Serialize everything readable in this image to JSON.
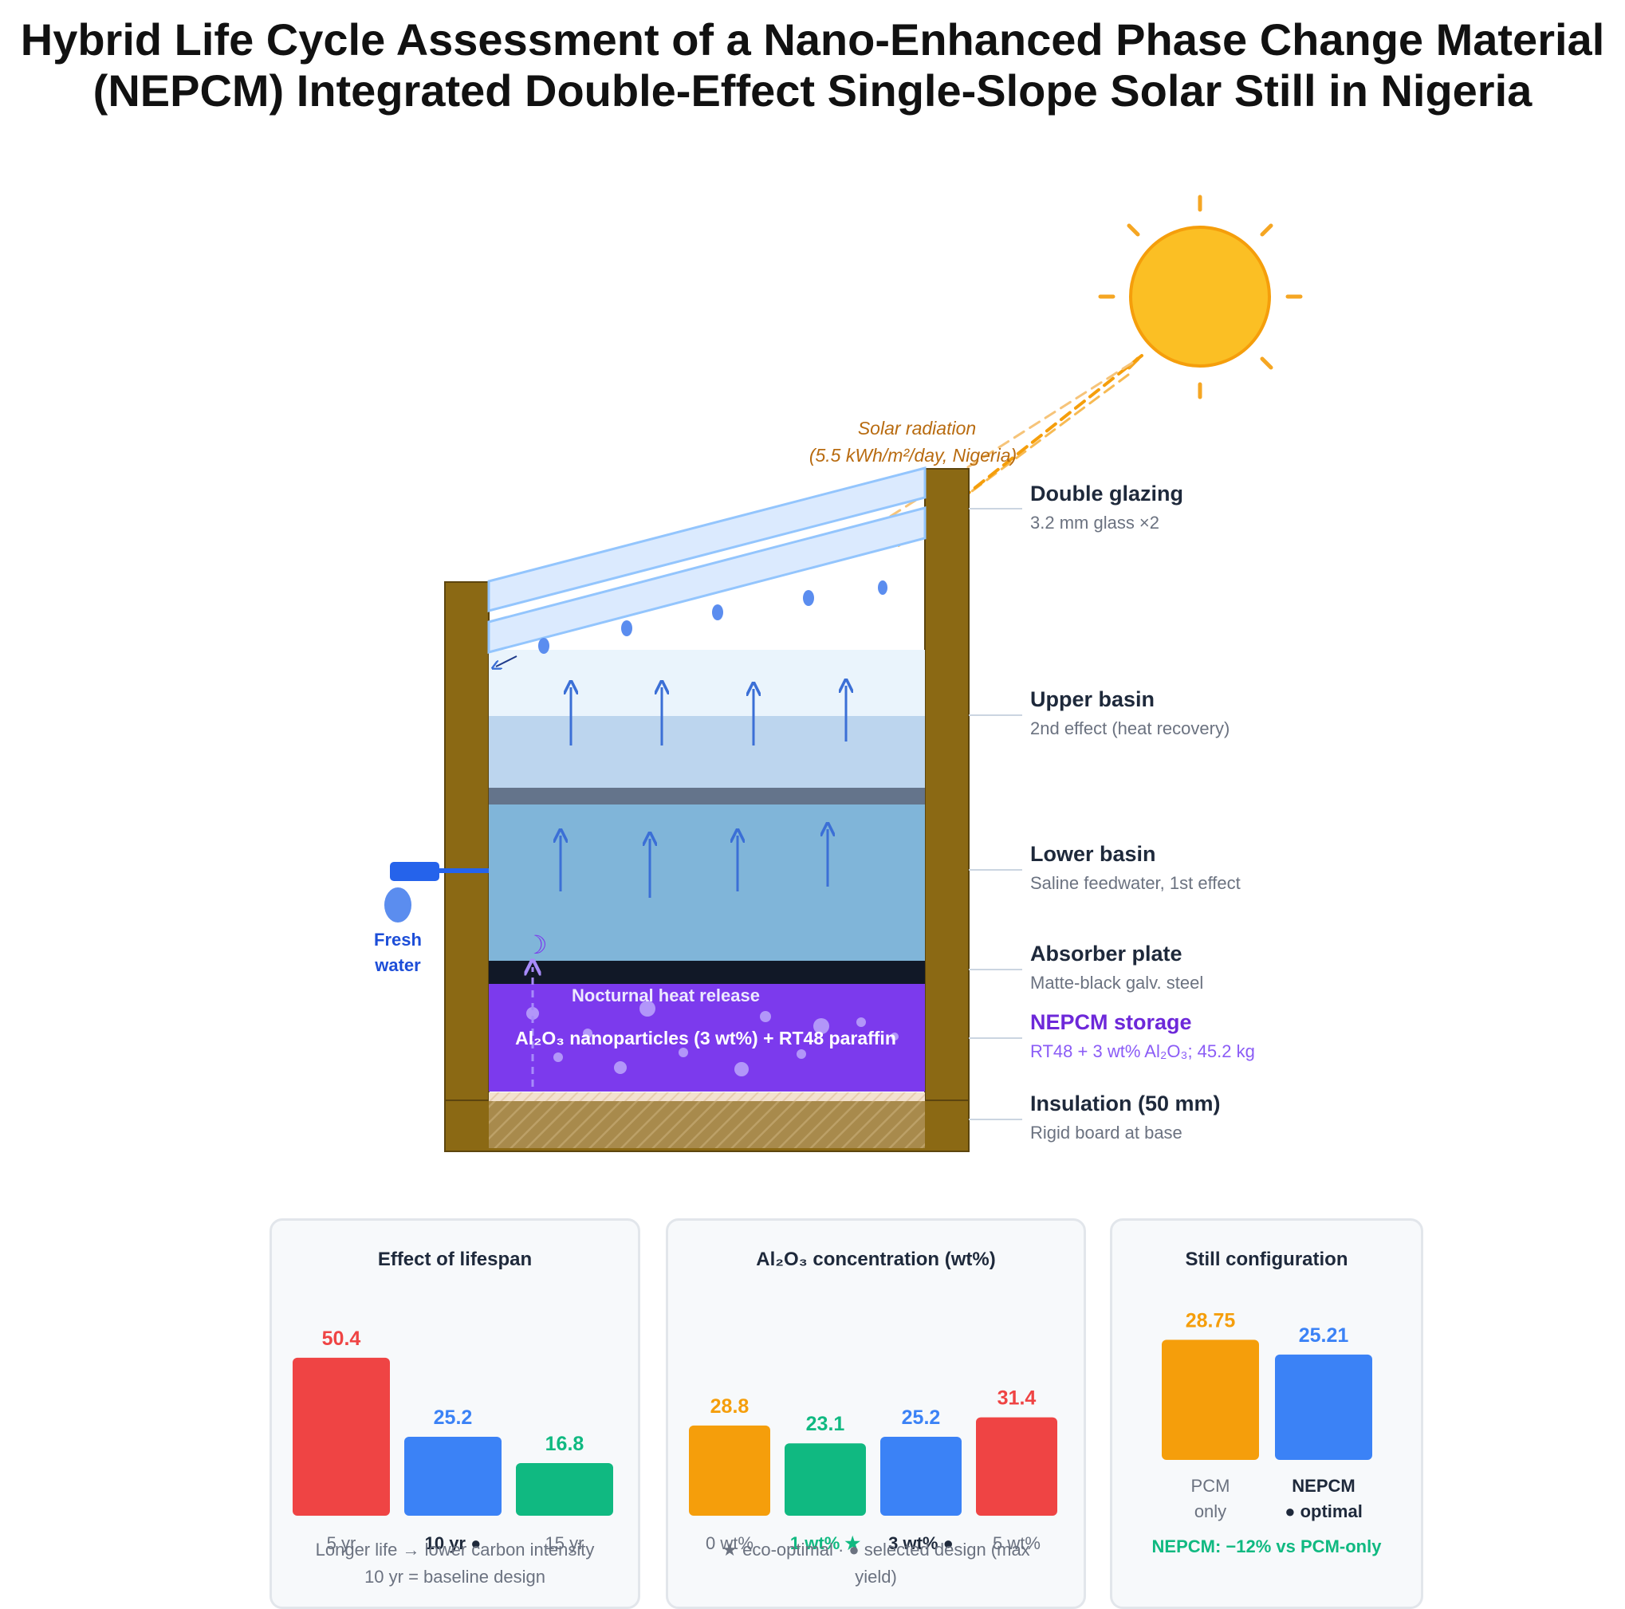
{
  "title": {
    "line1": "Hybrid Life Cycle Assessment of a Nano-Enhanced Phase Change Material",
    "line2": "(NEPCM) Integrated Double-Effect Single-Slope Solar Still in Nigeria"
  },
  "colors": {
    "sun": "#fbbf24",
    "sun_stroke": "#f59e0b",
    "frame": "#8b6914",
    "glass": "#dbeafe",
    "glass_stroke": "#93c5fd",
    "upper_water": "#bcd5ee",
    "lower_water": "#80b5d9",
    "separator": "#64748b",
    "absorber": "#111827",
    "nepcm": "#7c3aed",
    "arrow": "#3b6fd6",
    "fresh_water": "#2563eb",
    "red": "#ef4444",
    "blue": "#3b82f6",
    "green": "#10b981",
    "orange": "#f59e0b"
  },
  "diagram": {
    "solar_radiation": [
      "Solar radiation",
      "(5.5 kWh/m²/day, Nigeria)"
    ],
    "nocturnal_label": "Nocturnal heat release",
    "nepcm_inner_label": "Al₂O₃ nanoparticles (3 wt%) + RT48 paraffin",
    "moon_icon": "☽",
    "fresh_water": [
      "Fresh",
      "water"
    ],
    "labels": [
      {
        "title": "Double glazing",
        "sub": "3.2 mm glass ×2"
      },
      {
        "title": "Upper basin",
        "sub": "2nd effect (heat recovery)"
      },
      {
        "title": "Lower basin",
        "sub": "Saline feedwater, 1st effect"
      },
      {
        "title": "Absorber plate",
        "sub": "Matte-black galv. steel"
      },
      {
        "title": "NEPCM storage",
        "sub": "RT48 + 3 wt% Al₂O₃; 45.2 kg"
      },
      {
        "title": "Insulation (50 mm)",
        "sub": "Rigid board at base"
      }
    ]
  },
  "chart_data": [
    {
      "type": "bar",
      "title": "Effect of lifespan",
      "categories": [
        "5 yr",
        "10 yr ●",
        "15 yr"
      ],
      "values": [
        50.4,
        25.2,
        16.8
      ],
      "value_labels": [
        "50.4",
        "25.2",
        "16.8"
      ],
      "colors": [
        "#ef4444",
        "#3b82f6",
        "#10b981"
      ],
      "bold_categories": [
        false,
        true,
        false
      ],
      "notes": [
        "Longer life → lower carbon intensity",
        "10 yr = baseline design"
      ]
    },
    {
      "type": "bar",
      "title": "Al₂O₃ concentration (wt%)",
      "categories": [
        "0 wt%",
        "1 wt% ★",
        "3 wt% ●",
        "5 wt%"
      ],
      "values": [
        28.8,
        23.1,
        25.2,
        31.4
      ],
      "value_labels": [
        "28.8",
        "23.1",
        "25.2",
        "31.4"
      ],
      "colors": [
        "#f59e0b",
        "#10b981",
        "#3b82f6",
        "#ef4444"
      ],
      "bold_categories": [
        false,
        true,
        true,
        false
      ],
      "notes": [
        "★ eco-optimal  ·  ● selected design (max",
        "yield)"
      ]
    },
    {
      "type": "bar",
      "title": "Still configuration",
      "categories": [
        [
          "PCM",
          "only"
        ],
        [
          "NEPCM",
          "● optimal"
        ]
      ],
      "values": [
        28.75,
        25.21
      ],
      "value_labels": [
        "28.75",
        "25.21"
      ],
      "colors": [
        "#f59e0b",
        "#3b82f6"
      ],
      "bold_categories": [
        false,
        true
      ],
      "notes": [
        "NEPCM: −12% vs PCM-only"
      ]
    }
  ]
}
